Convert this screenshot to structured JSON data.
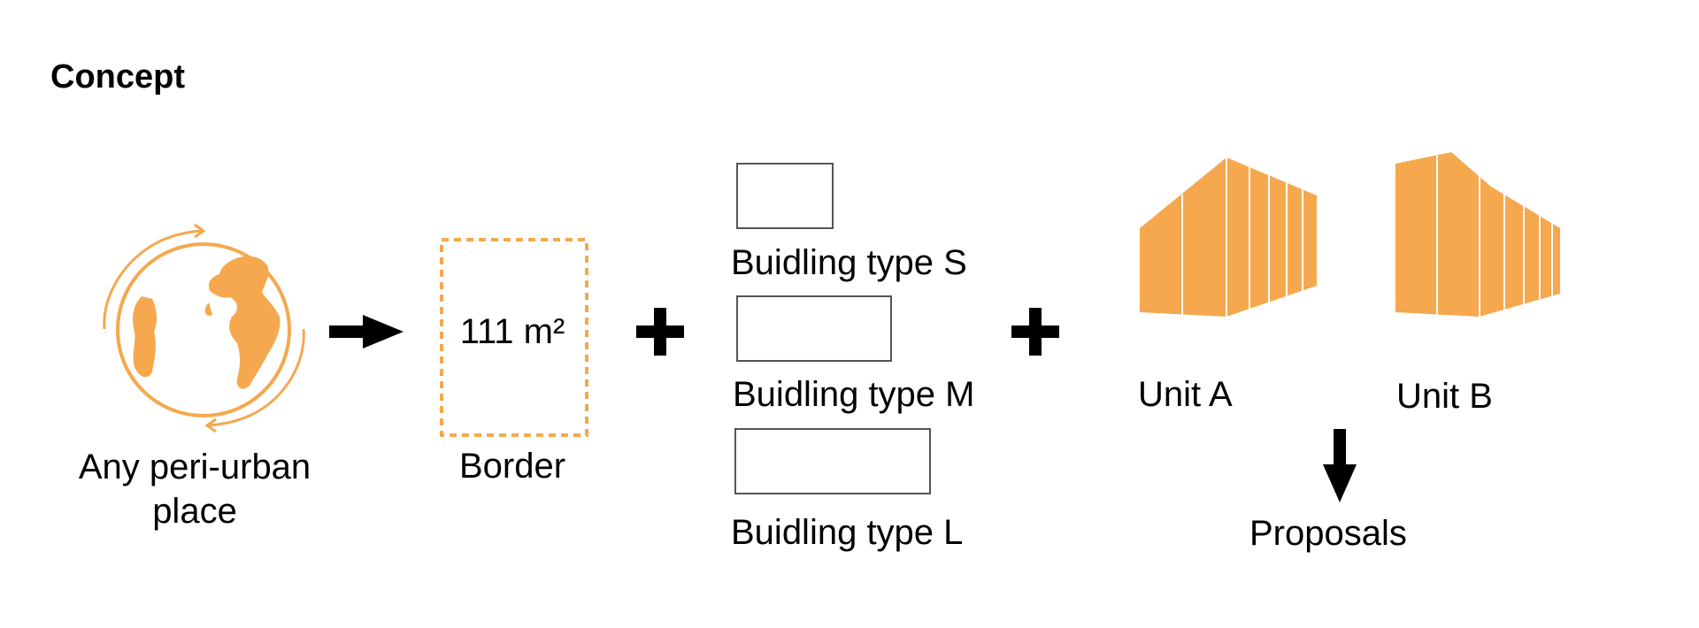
{
  "title": "Concept",
  "place_label": [
    "Any peri-urban",
    "place"
  ],
  "border": {
    "label": "Border",
    "area": "111 m²"
  },
  "building_types": [
    {
      "label": "Buidling type S"
    },
    {
      "label": "Buidling type M"
    },
    {
      "label": "Buidling type L"
    }
  ],
  "units": [
    {
      "label": "Unit A"
    },
    {
      "label": "Unit B"
    }
  ],
  "result_label": "Proposals",
  "colors": {
    "accent": "#F5A84E",
    "stroke": "#555555",
    "arrow": "#000000"
  },
  "icons": [
    "globe-icon",
    "rotation-arrows-icon",
    "right-arrow-icon",
    "plus-icon",
    "down-arrow-icon",
    "building-unit-a-icon",
    "building-unit-b-icon"
  ]
}
